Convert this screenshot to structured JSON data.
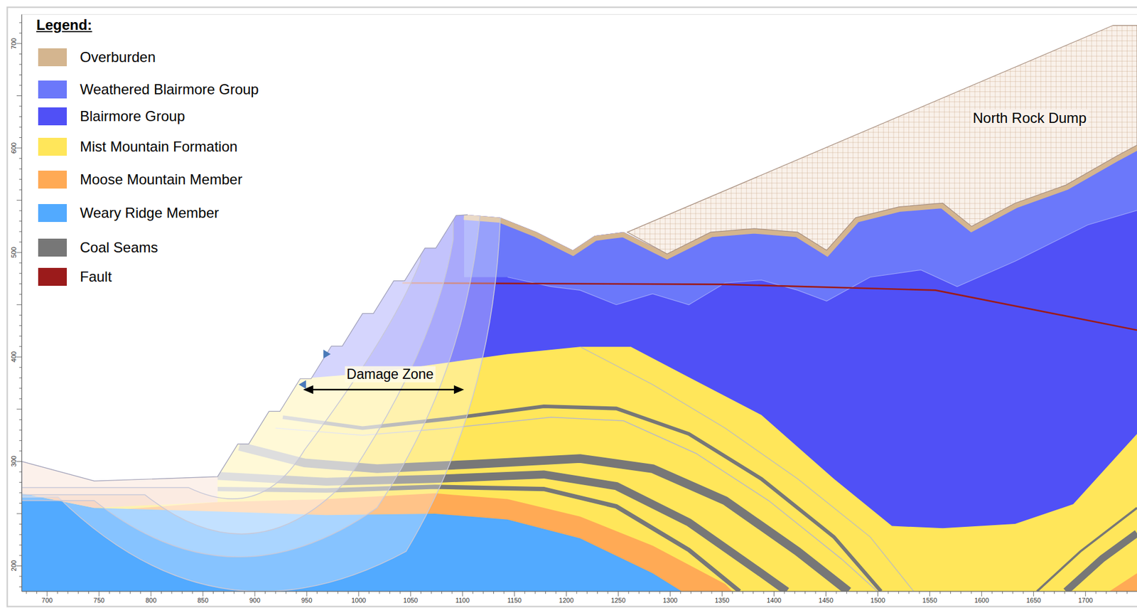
{
  "diagram": {
    "labels": [
      "Legend:",
      "North Rock Dump",
      "Damage Zone",
      "700",
      "750",
      "800",
      "850",
      "900",
      "950",
      "1000",
      "1050",
      "1100",
      "1150",
      "1200",
      "1250",
      "1300",
      "1350",
      "1400",
      "1450",
      "1500",
      "1550",
      "1600",
      "1650",
      "1700",
      "700",
      "600",
      "500",
      "400",
      "300",
      "200"
    ],
    "legend": [
      {
        "text": "Overburden",
        "color": "#d4b58f"
      },
      {
        "text": "Weathered Blairmore Group",
        "color": "#6b78fa"
      },
      {
        "text": "Blairmore Group",
        "color": "#5050f6"
      },
      {
        "text": "Mist Mountain Formation",
        "color": "#ffe65a"
      },
      {
        "text": "Moose Mountain Member",
        "color": "#ffaa55"
      },
      {
        "text": "Weary Ridge Member",
        "color": "#52aaff"
      },
      {
        "text": "Coal Seams",
        "color": "#777777"
      },
      {
        "text": "Fault",
        "color": "#9b1b1b"
      }
    ]
  }
}
